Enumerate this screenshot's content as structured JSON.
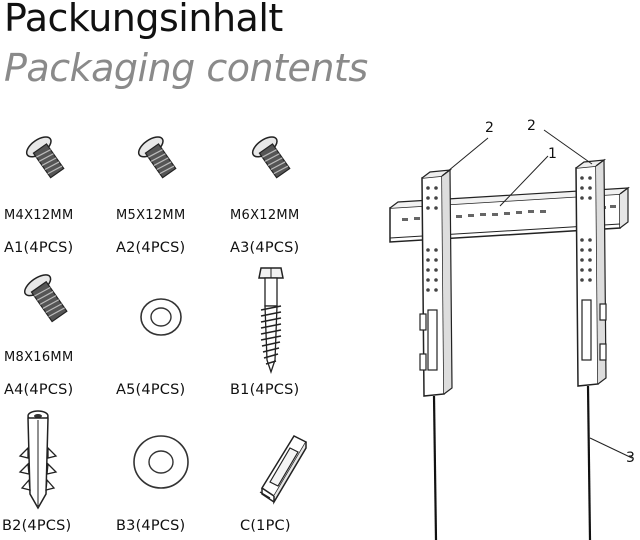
{
  "title": {
    "german": "Packungsinhalt",
    "english": "Packaging contents"
  },
  "parts": [
    {
      "size": "M4X12MM",
      "code": "A1",
      "qty": "(4PCS)",
      "icon": "screw-short-icon"
    },
    {
      "size": "M5X12MM",
      "code": "A2",
      "qty": "(4PCS)",
      "icon": "screw-short-icon"
    },
    {
      "size": "M6X12MM",
      "code": "A3",
      "qty": "(4PCS)",
      "icon": "screw-short-icon"
    },
    {
      "size": "M8X16MM",
      "code": "A4",
      "qty": "(4PCS)",
      "icon": "screw-short-icon"
    },
    {
      "size": "",
      "code": "A5",
      "qty": "(4PCS)",
      "icon": "washer-small-icon"
    },
    {
      "size": "",
      "code": "B1",
      "qty": "(4PCS)",
      "icon": "lag-bolt-icon"
    },
    {
      "size": "",
      "code": "B2",
      "qty": "(4PCS)",
      "icon": "wall-anchor-icon"
    },
    {
      "size": "",
      "code": "B3",
      "qty": "(4PCS)",
      "icon": "washer-large-icon"
    },
    {
      "size": "",
      "code": "C",
      "qty": "(1PC)",
      "icon": "spacer-clip-icon"
    }
  ],
  "diagram": {
    "callouts": [
      "2",
      "2",
      "1",
      "3"
    ]
  }
}
